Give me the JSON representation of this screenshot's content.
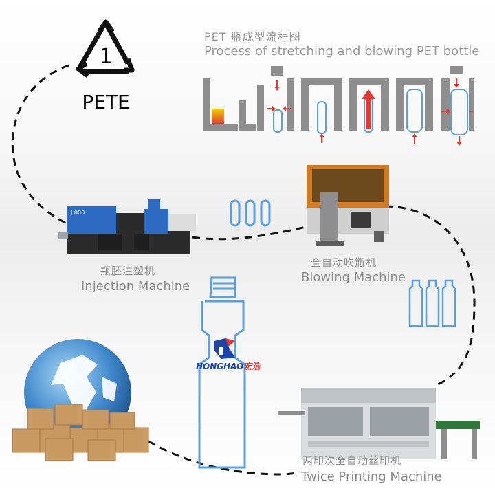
{
  "recycle": {
    "number": "1",
    "label": "PETE"
  },
  "process": {
    "title_cn": "PET 瓶成型流程图",
    "title_en": "Process of stretching and blowing PET bottle"
  },
  "machines": {
    "injection": {
      "cn": "瓶胚注塑机",
      "en": "Injection Machine",
      "panel_text": "J 800"
    },
    "blowing": {
      "cn": "全自动吹瓶机",
      "en": "Blowing Machine"
    },
    "printing": {
      "cn": "两印次全自动丝印机",
      "en": "Twice Printing Machine"
    }
  },
  "logo": {
    "text": "HONGHAO",
    "cn": "宏浩"
  },
  "colors": {
    "accent_red": "#e53935",
    "bottle_blue": "#5a9fe0",
    "steel": "#8e8e8e",
    "dark": "#1a1a1a"
  }
}
